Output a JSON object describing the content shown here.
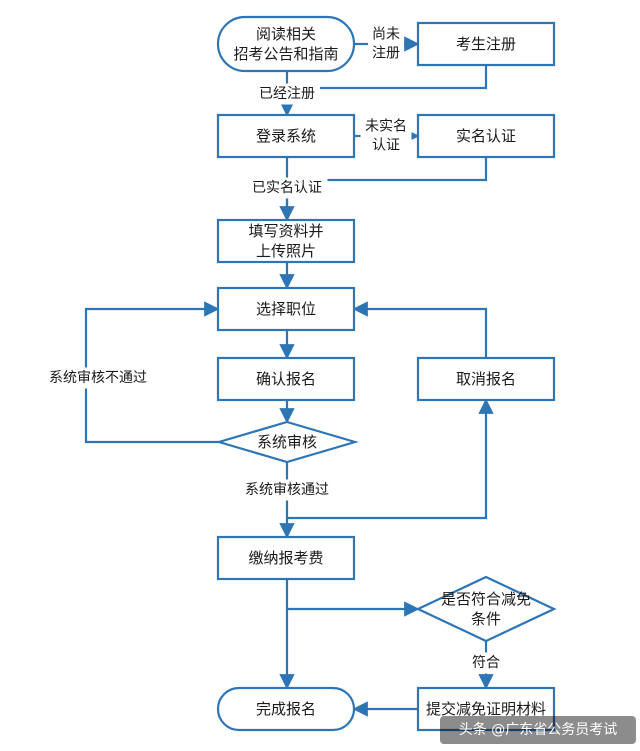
{
  "nodes": {
    "read_notice": [
      "阅读相关",
      "招考公告和指南"
    ],
    "register": [
      "考生注册"
    ],
    "login": [
      "登录系统"
    ],
    "realname": [
      "实名认证"
    ],
    "fill_info": [
      "填写资料并",
      "上传照片"
    ],
    "select_position": [
      "选择职位"
    ],
    "confirm": [
      "确认报名"
    ],
    "cancel": [
      "取消报名"
    ],
    "review": [
      "系统审核"
    ],
    "pay": [
      "缴纳报考费"
    ],
    "check_reduction": [
      "是否符合减免",
      "条件"
    ],
    "submit_proof": [
      "提交减免证明材料"
    ],
    "complete": [
      "完成报名"
    ]
  },
  "edges": {
    "not_registered": [
      "尚未",
      "注册"
    ],
    "registered": [
      "已经注册"
    ],
    "not_verified": [
      "未实名",
      "认证"
    ],
    "verified": [
      "已实名认证"
    ],
    "review_failed": [
      "系统审核不通过"
    ],
    "review_passed": [
      "系统审核通过"
    ],
    "eligible": [
      "符合"
    ]
  },
  "watermark": "头条 @广东省公务员考试",
  "colors": {
    "stroke": "#2e75b6",
    "fill": "#ffffff",
    "text": "#1a1a1a"
  }
}
